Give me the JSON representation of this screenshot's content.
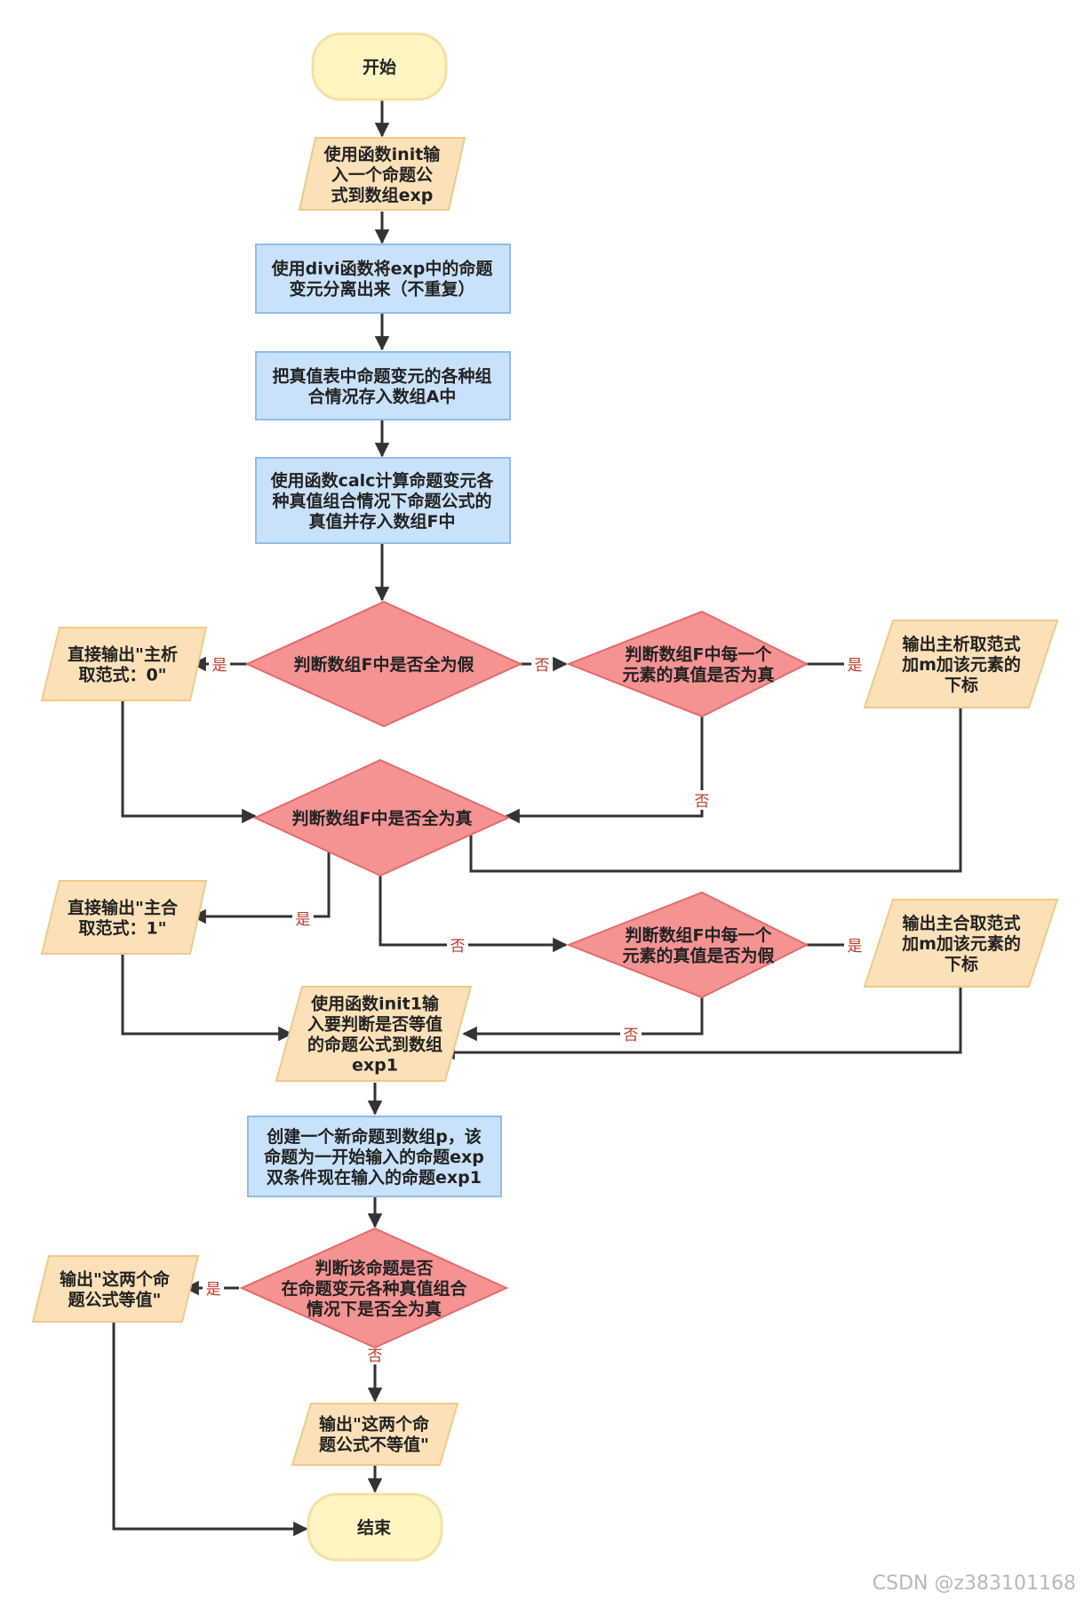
{
  "colors": {
    "terminal_fill": "#fff5c2",
    "terminal_stroke": "#f5e0a4",
    "io_fill": "#fce0b8",
    "io_stroke": "#f2c88a",
    "process_fill": "#c9e2fb",
    "process_stroke": "#8fbde8",
    "decision_fill": "#f59393",
    "decision_stroke": "#e56b6b",
    "edge": "#333333",
    "edge_label": "#c0392b"
  },
  "nodes": {
    "start": {
      "lines": [
        "开始"
      ]
    },
    "input_init": {
      "lines": [
        "使用函数init输",
        "入一个命题公",
        "式到数组exp"
      ]
    },
    "divi": {
      "lines": [
        "使用divi函数将exp中的命题",
        "变元分离出来（不重复）"
      ]
    },
    "truth_table": {
      "lines": [
        "把真值表中命题变元的各种组",
        "合情况存入数组A中"
      ]
    },
    "calc": {
      "lines": [
        "使用函数calc计算命题变元各",
        "种真值组合情况下命题公式的",
        "真值并存入数组F中"
      ]
    },
    "dec_all_false": {
      "lines": [
        "判断数组F中是否全为假"
      ]
    },
    "out_pdnf_zero": {
      "lines": [
        "直接输出\"主析",
        "取范式：0\""
      ]
    },
    "dec_each_true": {
      "lines": [
        "判断数组F中每一个",
        "元素的真值是否为真"
      ]
    },
    "out_pdnf": {
      "lines": [
        "输出主析取范式",
        "加m加该元素的",
        "下标"
      ]
    },
    "dec_all_true": {
      "lines": [
        "判断数组F中是否全为真"
      ]
    },
    "out_pcnf_one": {
      "lines": [
        "直接输出\"主合",
        "取范式：1\""
      ]
    },
    "dec_each_false": {
      "lines": [
        "判断数组F中每一个",
        "元素的真值是否为假"
      ]
    },
    "out_pcnf": {
      "lines": [
        "输出主合取范式",
        "加m加该元素的",
        "下标"
      ]
    },
    "input_init1": {
      "lines": [
        "使用函数init1输",
        "入要判断是否等值",
        "的命题公式到数组",
        "exp1"
      ]
    },
    "create_p": {
      "lines": [
        "创建一个新命题到数组p，该",
        "命题为一开始输入的命题exp",
        "双条件现在输入的命题exp1"
      ]
    },
    "dec_tautology": {
      "lines": [
        "判断该命题是否",
        "在命题变元各种真值组合",
        "情况下是否全为真"
      ]
    },
    "out_equal": {
      "lines": [
        "输出\"这两个命",
        "题公式等值\""
      ]
    },
    "out_not_equal": {
      "lines": [
        "输出\"这两个命",
        "题公式不等值\""
      ]
    },
    "end": {
      "lines": [
        "结束"
      ]
    }
  },
  "edge_labels": {
    "yes": "是",
    "no": "否"
  },
  "watermark": "CSDN @z383101168"
}
